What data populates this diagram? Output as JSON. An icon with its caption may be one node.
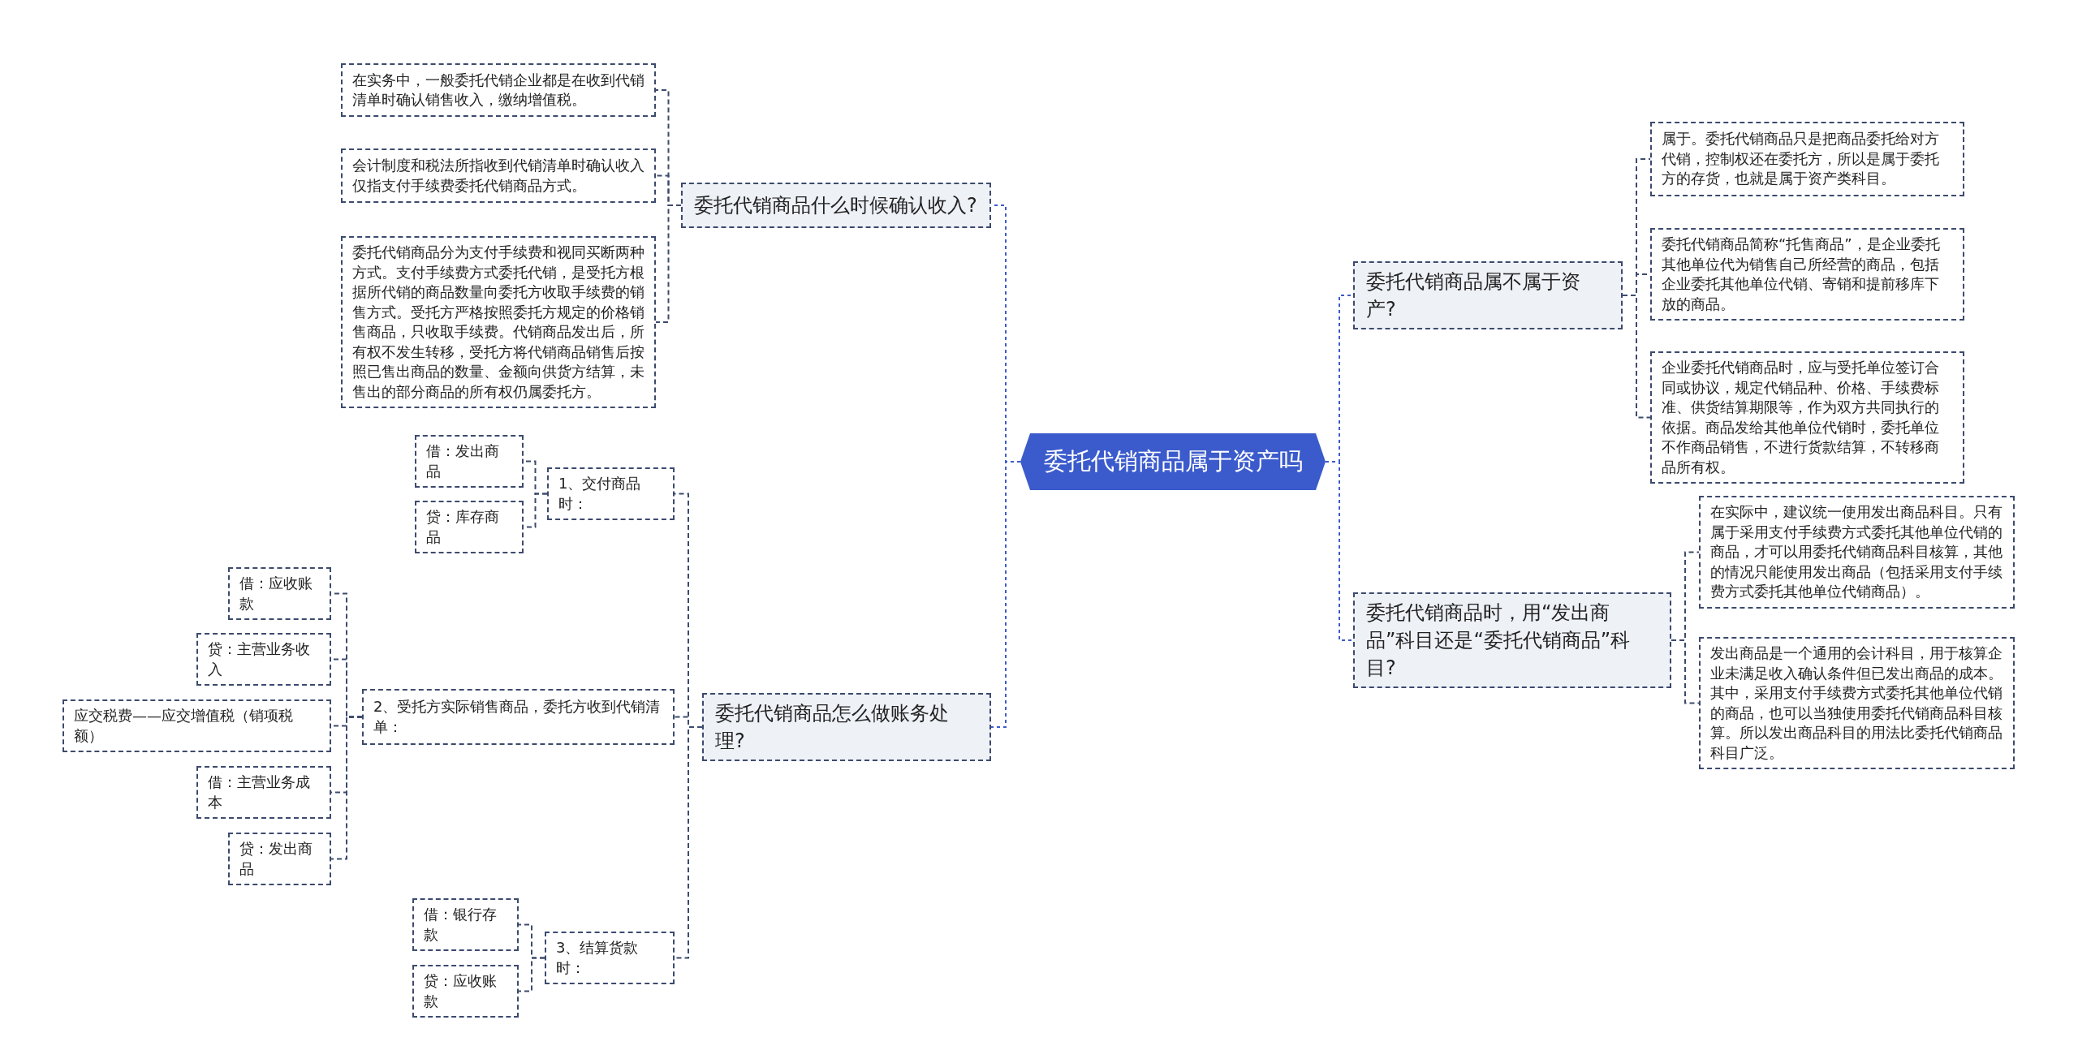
{
  "diagram": {
    "nodes": [
      {
        "text": [
          "委托代销商品属于资产吗"
        ]
      },
      {
        "text": [
          "委托代销商品什么时候确认收入?"
        ]
      },
      {
        "text": [
          "在实务中，一般委托代销企业都是在收到代销清单时确认销售收入，缴纳增值税。"
        ]
      },
      {
        "text": [
          "会计制度和税法所指收到代销清单时确认收入仅指支付手续费委托代销商品方式。"
        ]
      },
      {
        "text": [
          "委托代销商品分为支付手续费和视同买断两种方式。支付手续费方式委托代销，是受托方根据所代销的商品数量向委托方收取手续费的销售方式。受托方严格按照委托方规定的价格销售商品，只收取手续费。代销商品发出后，所有权不发生转移，受托方将代销商品销售后按照已售出商品的数量、金额向供货方结算，未售出的部分商品的所有权仍属委托方。"
        ]
      },
      {
        "text": [
          "委托代销商品怎么做账务处理?"
        ]
      },
      {
        "text": [
          "1、交付商品时："
        ]
      },
      {
        "text": [
          "借：发出商品"
        ]
      },
      {
        "text": [
          "贷：库存商品"
        ]
      },
      {
        "text": [
          "2、受托方实际销售商品，委托方收到代销清单："
        ]
      },
      {
        "text": [
          "借：应收账款"
        ]
      },
      {
        "text": [
          "贷：主营业务收入"
        ]
      },
      {
        "text": [
          "应交税费——应交增值税（销项税额）"
        ]
      },
      {
        "text": [
          "借：主营业务成本"
        ]
      },
      {
        "text": [
          "贷：发出商品"
        ]
      },
      {
        "text": [
          "3、结算货款时："
        ]
      },
      {
        "text": [
          "借：银行存款"
        ]
      },
      {
        "text": [
          "贷：应收账款"
        ]
      },
      {
        "text": [
          "委托代销商品属不属于资产?"
        ]
      },
      {
        "text": [
          "属于。委托代销商品只是把商品委托给对方代销，控制权还在委托方，所以是属于委托方的存货，也就是属于资产类科目。"
        ]
      },
      {
        "text": [
          "委托代销商品简称“托售商品”，是企业委托其他单位代为销售自己所经营的商品，包括企业委托其他单位代销、寄销和提前移库下放的商品。"
        ]
      },
      {
        "text": [
          "企业委托代销商品时，应与受托单位签订合同或协议，规定代销品种、价格、手续费标准、供货结算期限等，作为双方共同执行的依据。商品发给其他单位代销时，委托单位不作商品销售，不进行货款结算，不转移商品所有权。"
        ]
      },
      {
        "text": [
          "委托代销商品时，用“发出商品”科目还是“委托代销商品”科目?"
        ]
      },
      {
        "text": [
          "在实际中，建议统一使用发出商品科目。只有属于采用支付手续费方式委托其他单位代销的商品，才可以用委托代销商品科目核算，其他的情况只能使用发出商品（包括采用支付手续费方式委托其他单位代销商品）。"
        ]
      },
      {
        "text": [
          "发出商品是一个通用的会计科目，用于核算企业未满足收入确认条件但已发出商品的成本。其中，采用支付手续费方式委托其他单位代销的商品，也可以当独使用委托代销商品科目核算。所以发出商品科目的用法比委托代销商品科目广泛。"
        ]
      }
    ],
    "edges": [
      {
        "from": 0,
        "to": 1,
        "arrow": "none",
        "color": "#3b5bcc"
      },
      {
        "from": 1,
        "to": 2,
        "arrow": "none"
      },
      {
        "from": 1,
        "to": 3,
        "arrow": "none"
      },
      {
        "from": 1,
        "to": 4,
        "arrow": "none"
      },
      {
        "from": 0,
        "to": 5,
        "arrow": "none",
        "color": "#3b5bcc"
      },
      {
        "from": 5,
        "to": 6,
        "arrow": "none"
      },
      {
        "from": 6,
        "to": 7,
        "arrow": "none"
      },
      {
        "from": 6,
        "to": 8,
        "arrow": "none"
      },
      {
        "from": 5,
        "to": 9,
        "arrow": "none"
      },
      {
        "from": 9,
        "to": 10,
        "arrow": "none"
      },
      {
        "from": 9,
        "to": 11,
        "arrow": "none"
      },
      {
        "from": 9,
        "to": 12,
        "arrow": "none"
      },
      {
        "from": 9,
        "to": 13,
        "arrow": "none"
      },
      {
        "from": 9,
        "to": 14,
        "arrow": "none"
      },
      {
        "from": 5,
        "to": 15,
        "arrow": "none"
      },
      {
        "from": 15,
        "to": 16,
        "arrow": "none"
      },
      {
        "from": 15,
        "to": 17,
        "arrow": "none"
      },
      {
        "from": 0,
        "to": 18,
        "arrow": "none",
        "color": "#3b5bcc"
      },
      {
        "from": 18,
        "to": 19,
        "arrow": "none"
      },
      {
        "from": 18,
        "to": 20,
        "arrow": "none"
      },
      {
        "from": 18,
        "to": 21,
        "arrow": "none"
      },
      {
        "from": 0,
        "to": 22,
        "arrow": "none",
        "color": "#3b5bcc"
      },
      {
        "from": 22,
        "to": 23,
        "arrow": "none"
      },
      {
        "from": 22,
        "to": 24,
        "arrow": "none"
      }
    ]
  }
}
